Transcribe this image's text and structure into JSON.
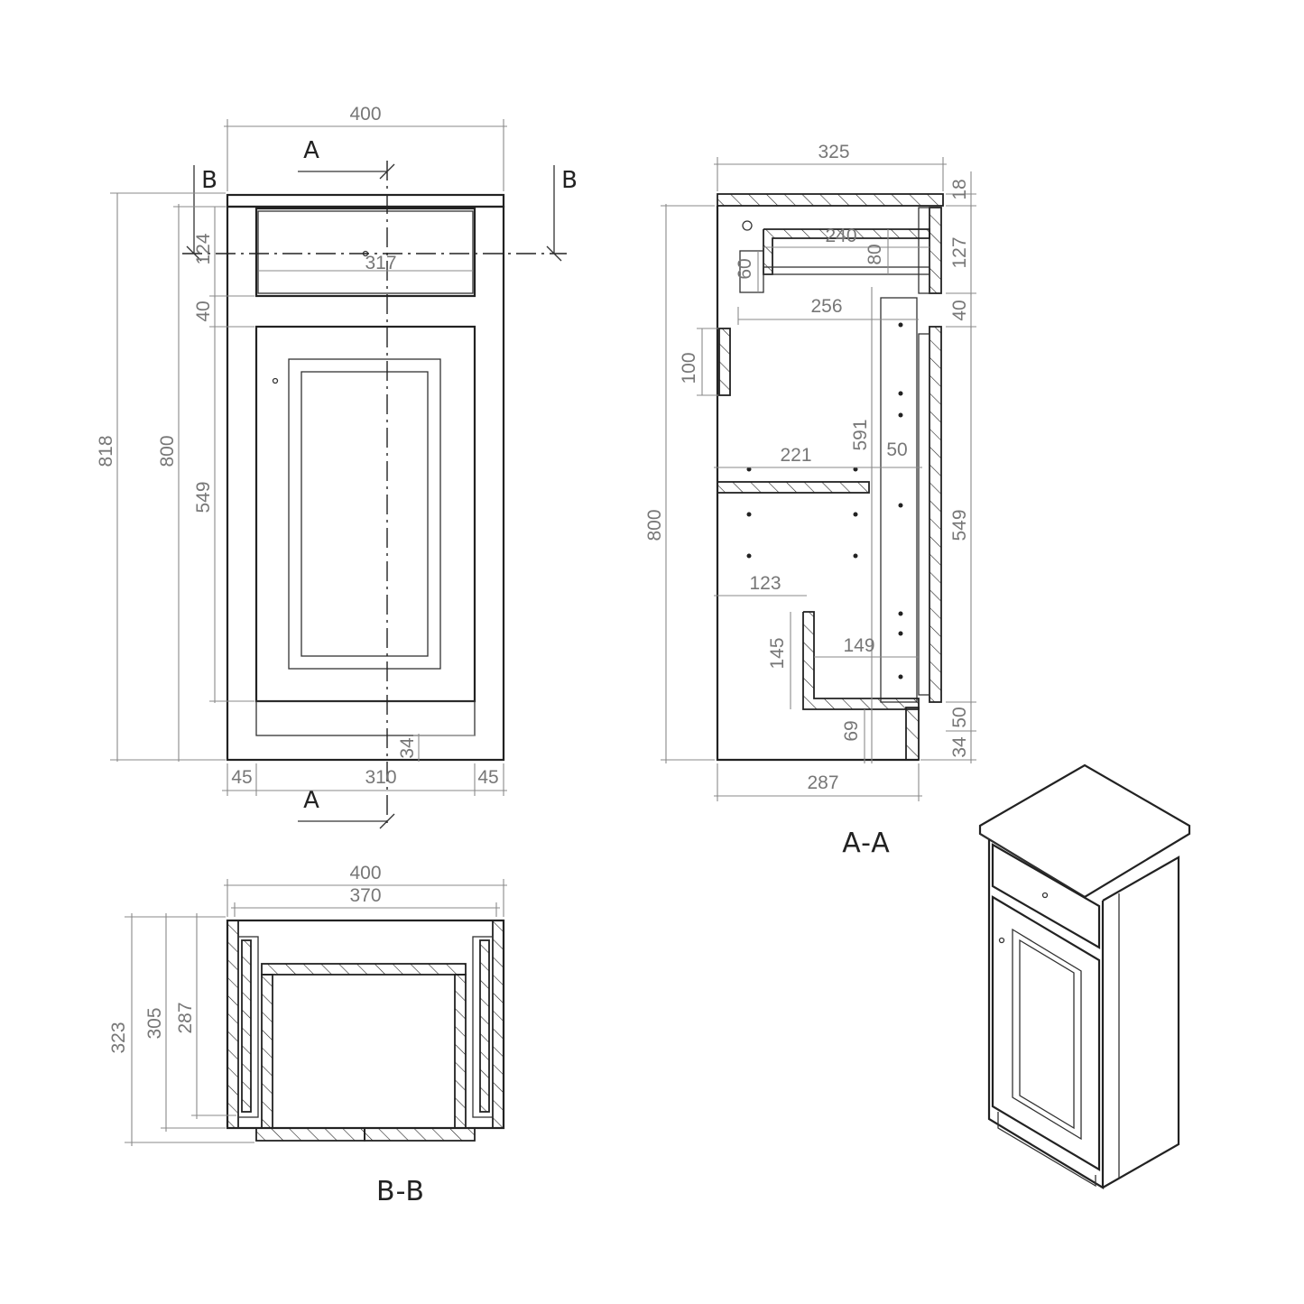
{
  "front_view": {
    "dims": {
      "overall_width": "400",
      "overall_height": "818",
      "body_height": "800",
      "door_height": "549",
      "drawer_height": "124",
      "rail_height": "40",
      "drawer_width": "317",
      "side_left": "45",
      "plinth_width": "310",
      "side_right": "45",
      "plinth_height": "34"
    },
    "section_marks": {
      "a_top": "A",
      "a_bottom": "A",
      "b_left": "B",
      "b_right": "B"
    }
  },
  "section_aa": {
    "title": "A-A",
    "dims": {
      "depth": "325",
      "top_thickness": "18",
      "drawer_front_height": "127",
      "rail_height": "40",
      "door_height": "549",
      "plinth_step": "50",
      "plinth_height": "34",
      "body_height": "800",
      "drawer_box_depth": "240",
      "drawer_box_height": "80",
      "drawer_side_height": "60",
      "runner_depth": "256",
      "handle_height": "100",
      "inner_height": "591",
      "shelf_depth": "221",
      "shelf_gap": "50",
      "notch_depth": "123",
      "notch_height": "145",
      "notch_width": "149",
      "bottom_offset": "69",
      "base_depth": "287"
    }
  },
  "section_bb": {
    "title": "B-B",
    "dims": {
      "outer_width": "400",
      "inner_width": "370",
      "outer_depth": "323",
      "mid_depth": "305",
      "inner_depth": "287"
    }
  },
  "colors": {
    "line": "#222222",
    "dimension": "#8a8a8a",
    "dimension_text": "#777777",
    "background": "#ffffff"
  }
}
